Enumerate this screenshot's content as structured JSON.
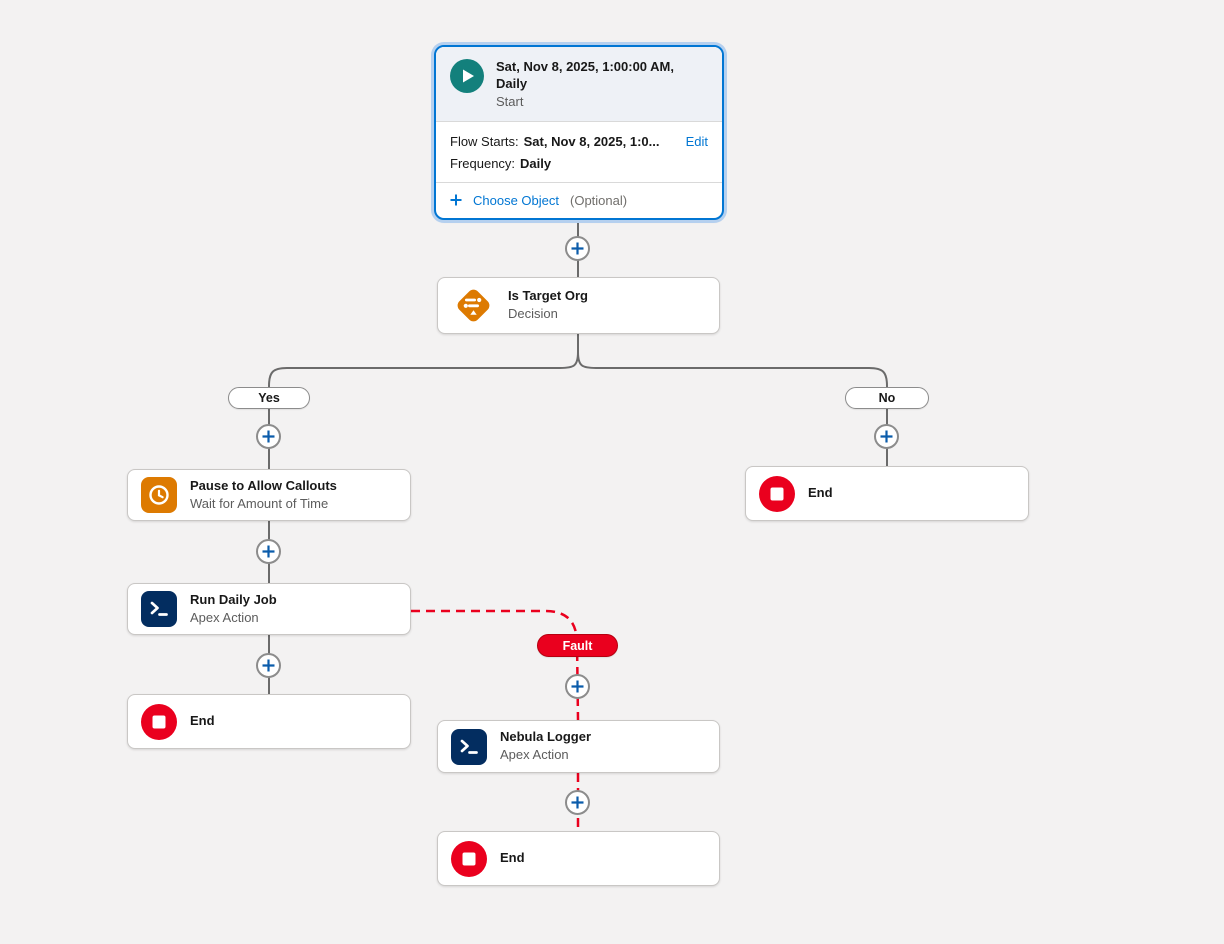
{
  "colors": {
    "canvas_bg": "#f3f2f2",
    "connector": "#6b6b6b",
    "fault": "#ea001e",
    "link": "#0176d3",
    "plus": "#0b5cab",
    "selection": "#0176d3",
    "selection_halo": "#b5d0ef",
    "start_teal": "#13807c",
    "decision_orange": "#dd7a01",
    "apex_navy": "#032d60",
    "end_red": "#ea001e",
    "node_border": "#c9c7c5",
    "title_text": "#181818",
    "subtitle_text": "#5c5c5c",
    "start_header_bg": "#eef1f6"
  },
  "start": {
    "title": "Sat, Nov 8, 2025, 1:00:00 AM, Daily",
    "subtitle": "Start",
    "flow_starts_label": "Flow Starts:",
    "flow_starts_value": "Sat, Nov 8, 2025, 1:0...",
    "edit": "Edit",
    "frequency_label": "Frequency:",
    "frequency_value": "Daily",
    "choose_object": "Choose Object",
    "optional": "(Optional)"
  },
  "nodes": {
    "decision": {
      "title": "Is Target Org",
      "type": "Decision"
    },
    "pause": {
      "title": "Pause to Allow Callouts",
      "type": "Wait for Amount of Time"
    },
    "run_daily_job": {
      "title": "Run Daily Job",
      "type": "Apex Action"
    },
    "nebula_logger": {
      "title": "Nebula Logger",
      "type": "Apex Action"
    },
    "end_yes": {
      "title": "End"
    },
    "end_no": {
      "title": "End"
    },
    "end_fault": {
      "title": "End"
    }
  },
  "labels": {
    "yes": "Yes",
    "no": "No",
    "fault": "Fault"
  }
}
